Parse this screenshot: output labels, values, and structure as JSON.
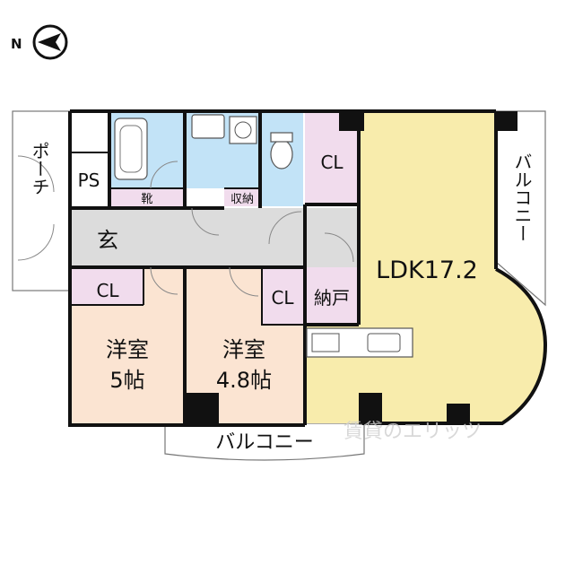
{
  "compass": {
    "north_label": "N"
  },
  "rooms": {
    "ldk": "LDK17.2",
    "western_room_a": {
      "name": "洋室",
      "size": "5帖"
    },
    "western_room_b": {
      "name": "洋室",
      "size": "4.8帖"
    },
    "entrance": "玄",
    "pipe_space": "PS",
    "closet": "CL",
    "storeroom": "納戸",
    "shoe_box": "靴",
    "storage": "収納"
  },
  "exterior": {
    "porch": "ポーチ",
    "balcony_east": "バルコニー",
    "balcony_south": "バルコニー"
  },
  "watermark": "賃貸のエリッツ",
  "colors": {
    "ldk": "#f8ecac",
    "western": "#fbe4d2",
    "closet": "#f1dced",
    "wet": "#c2e3f7",
    "hall": "#dcdcdc",
    "wall": "#111111",
    "balcony": "#ffffff"
  }
}
